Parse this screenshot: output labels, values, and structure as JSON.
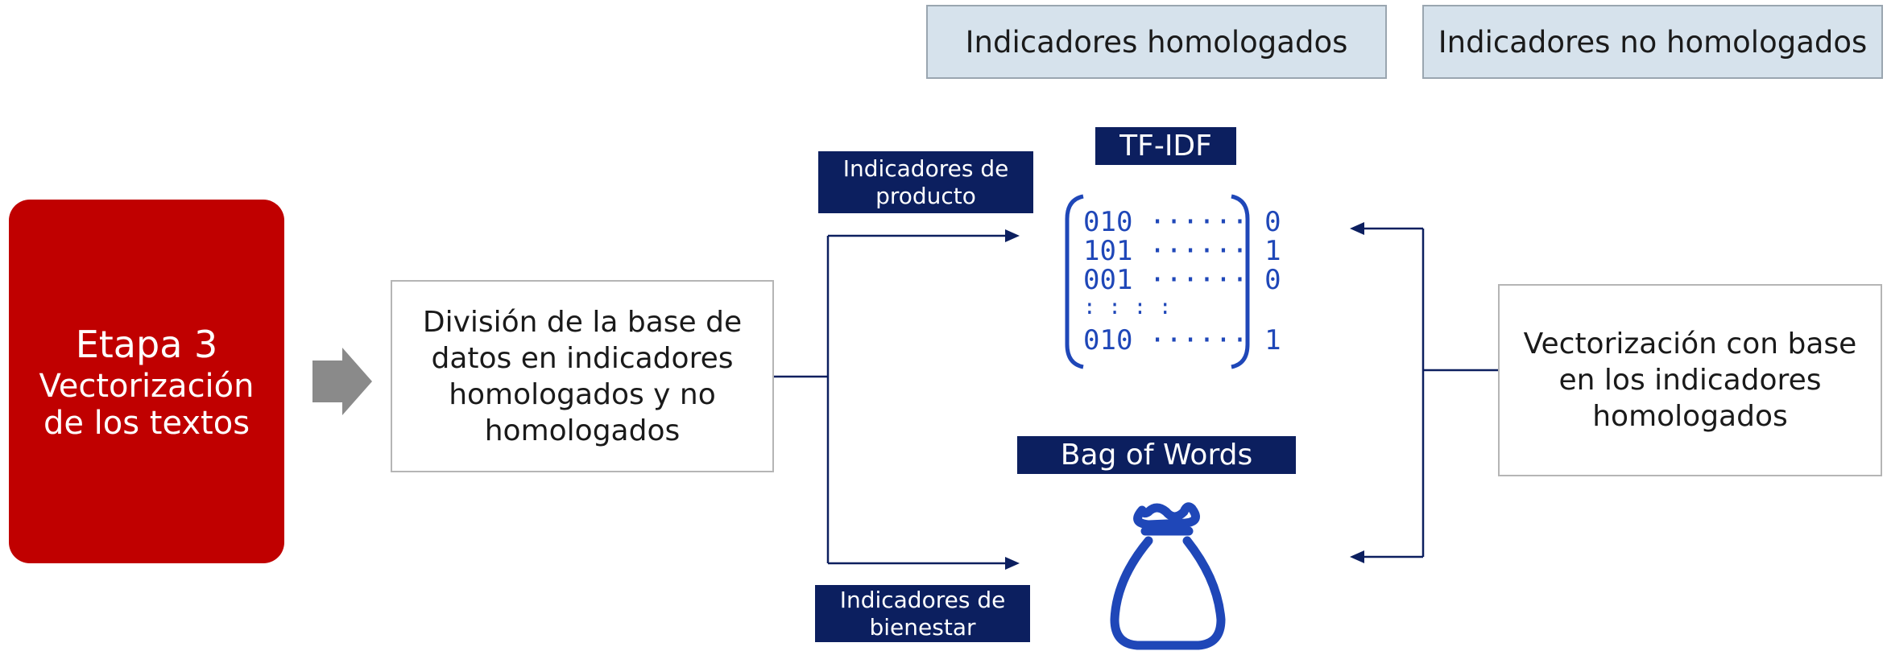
{
  "headers": {
    "homologados": "Indicadores homologados",
    "no_homologados": "Indicadores no homologados"
  },
  "stage": {
    "title": "Etapa 3",
    "subtitle": "Vectorización de los textos"
  },
  "division_box": "División de la base de datos en indicadores homologados y no homologados",
  "vectorization_box": "Vectorización con base en los indicadores homologados",
  "tags": {
    "producto": "Indicadores de producto",
    "bienestar": "Indicadores de bienestar",
    "tfidf": "TF-IDF",
    "bow": "Bag of Words"
  },
  "matrix": {
    "rows": [
      "010 ······ 0",
      "101 ······ 1",
      "001 ······ 0",
      ":  :  :      :",
      "010 ······ 1"
    ]
  },
  "colors": {
    "stage": "#c00000",
    "navy": "#0c1f5f",
    "header_fill": "#d6e2ec",
    "icon_blue": "#1f47b8",
    "arrow_gray": "#8a8a8a"
  },
  "icons": [
    "right-arrow-icon",
    "binary-matrix-icon",
    "money-bag-icon"
  ]
}
